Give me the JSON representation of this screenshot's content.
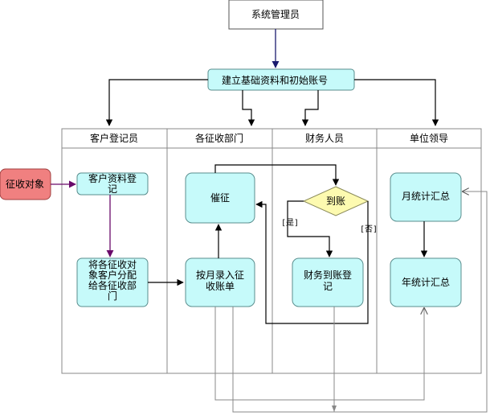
{
  "nodes": {
    "admin": "系统管理员",
    "setup": "建立基础资料和初始账号",
    "target": "征收对象",
    "cust_reg": [
      "客户资料登",
      "记"
    ],
    "assign": [
      "将各征收对",
      "象客户分配",
      "给各征收部",
      "门"
    ],
    "urge": "催征",
    "monthly_entry": [
      "按月录入征",
      "收账单"
    ],
    "arrived": "到账",
    "finance_reg": [
      "财务到账登",
      "记"
    ],
    "monthly_sum": "月统计汇总",
    "yearly_sum": "年统计汇总"
  },
  "lanes": [
    "客户登记员",
    "各征收部门",
    "财务人员",
    "单位领导"
  ],
  "guards": {
    "yes": "[是]",
    "no": "[否]"
  },
  "colors": {
    "activity_fill": "#c6fafa",
    "activity_stroke": "#5a8e8e",
    "decision_fill": "#fdfab0",
    "target_fill": "#f08080",
    "arrow_navy": "#1a1a6e",
    "arrow_purple": "#6a0a6a"
  }
}
